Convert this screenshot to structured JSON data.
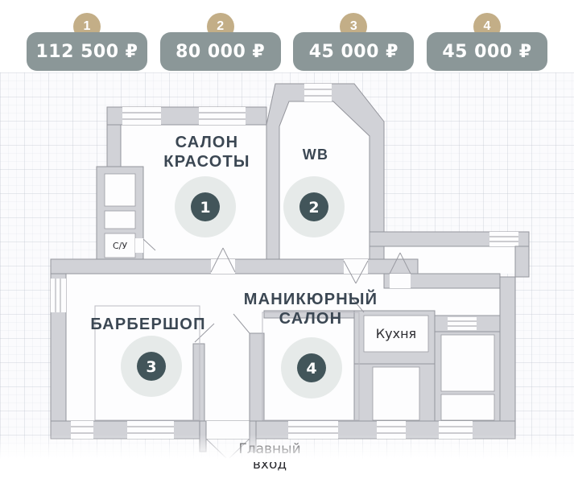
{
  "header": {
    "badges": [
      {
        "number": "1",
        "price": "112 500 ₽"
      },
      {
        "number": "2",
        "price": "80 000 ₽"
      },
      {
        "number": "3",
        "price": "45 000 ₽"
      },
      {
        "number": "4",
        "price": "45 000 ₽"
      }
    ]
  },
  "plan": {
    "rooms": {
      "salon": {
        "line1": "САЛОН",
        "line2": "КРАСОТЫ",
        "marker": "1"
      },
      "wb": {
        "label": "WB",
        "marker": "2"
      },
      "barbershop": {
        "label": "БАРБЕРШОП",
        "marker": "3"
      },
      "manicure": {
        "line1": "МАНИКЮРНЫЙ",
        "line2": "САЛОН",
        "marker": "4"
      },
      "kitchen": {
        "label": "Кухня"
      },
      "wc": {
        "label": "С/У"
      }
    },
    "entrance": {
      "line1": "Главный",
      "line2": "вход"
    }
  },
  "colors": {
    "badge_pill": "#8b9798",
    "badge_circle": "#c3ae87",
    "wall": "#d1d2d7",
    "room_label": "#3b4753",
    "marker_inner": "#42555a",
    "marker_outer": "#e4e8e7"
  }
}
